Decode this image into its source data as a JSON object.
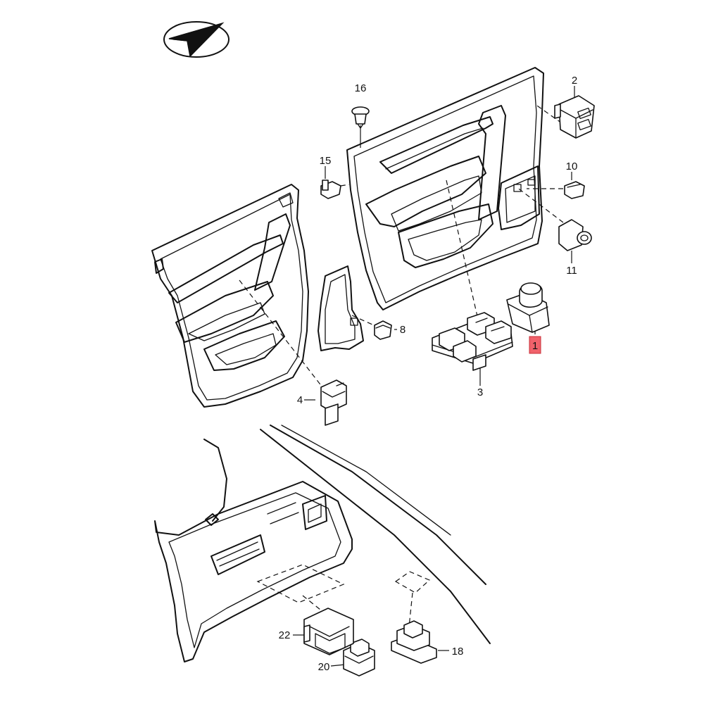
{
  "callouts": [
    {
      "id": "1",
      "label": "1",
      "highlight": true
    },
    {
      "id": "2",
      "label": "2"
    },
    {
      "id": "3",
      "label": "3"
    },
    {
      "id": "4",
      "label": "4"
    },
    {
      "id": "8",
      "label": "8"
    },
    {
      "id": "10",
      "label": "10"
    },
    {
      "id": "11",
      "label": "11"
    },
    {
      "id": "15",
      "label": "15"
    },
    {
      "id": "16",
      "label": "16"
    },
    {
      "id": "18",
      "label": "18"
    },
    {
      "id": "20",
      "label": "20"
    },
    {
      "id": "22",
      "label": "22"
    }
  ],
  "colors": {
    "line": "#111111",
    "highlight": "#f0626b",
    "background": "#ffffff"
  },
  "icons": {
    "orientation": "arrow-in-ellipse-icon"
  }
}
